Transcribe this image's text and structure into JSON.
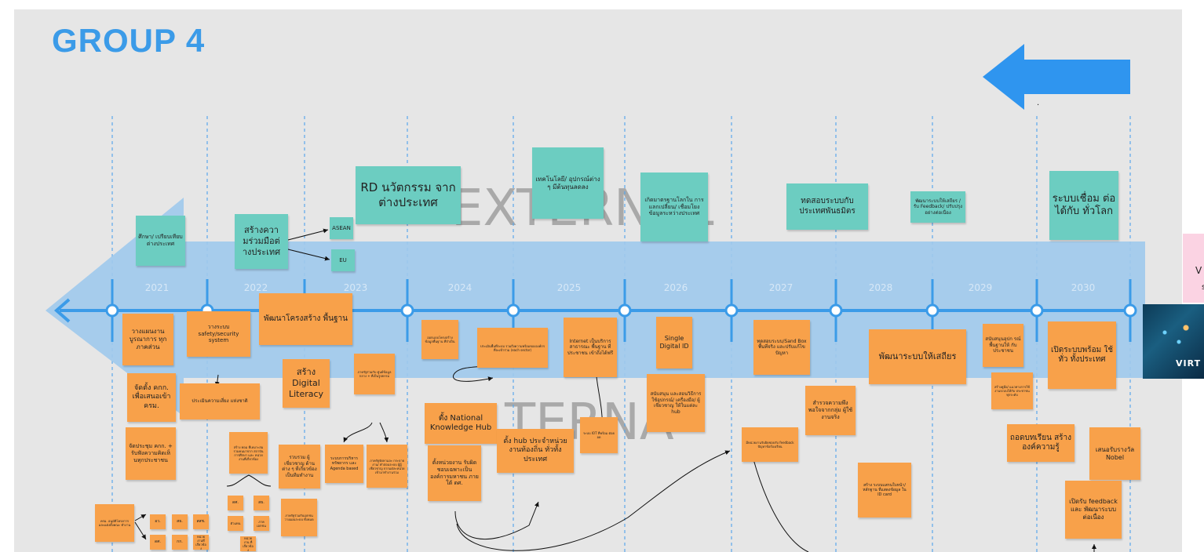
{
  "title": "GROUP 4",
  "watermarks": {
    "external": "EXTERNAL",
    "internal": "TERNA"
  },
  "years": [
    "2021",
    "2022",
    "2023",
    "2024",
    "2025",
    "2026",
    "2027",
    "2028",
    "2029",
    "2030"
  ],
  "colors": {
    "timeline": "#3b9be8",
    "band": "#9ec9ec",
    "sticky_orange": "#f8a14a",
    "sticky_teal": "#6ccdc1",
    "title": "#3b9be8"
  },
  "top_arrow_dot": ".",
  "external_notes": [
    {
      "id": "e1",
      "text": "ศึกษา/ เปรียบเทียบ ต่างประเทศ"
    },
    {
      "id": "e2",
      "text": "สร้างควา มร่วมมือต่ างประเทศ"
    },
    {
      "id": "e3",
      "text": "ASEAN"
    },
    {
      "id": "e4",
      "text": "EU"
    },
    {
      "id": "e5",
      "text": "RD นวัตกรรม จากต่างประเทศ"
    },
    {
      "id": "e6",
      "text": "เทคโนโลยี/ อุปกรณ์ต่าง ๆ มีต้นทุนลดลง"
    },
    {
      "id": "e7",
      "text": "เกิดมาตรฐานโลกใน การแลกเปลี่ยน/ เชื่อมโยง ข้อมูลระหว่างประเทศ"
    },
    {
      "id": "e8",
      "text": "ทดสอบระบบกับ ประเทศพันธมิตร"
    },
    {
      "id": "e9",
      "text": "พัฒนาระบบให้เสถียร / รับ Feedback/ ปรับปรุงอย่างต่อเนื่อง"
    },
    {
      "id": "e10",
      "text": "ระบบเชื่อม ต่อได้กับ ทั่วโลก"
    }
  ],
  "internal_notes": [
    {
      "id": "i1",
      "text": "วางแผนงาน บูรณาการ ทุกภาคส่วน"
    },
    {
      "id": "i2",
      "text": "วางระบบ safety/security system"
    },
    {
      "id": "i3",
      "text": "พัฒนาโครงสร้าง พื้นฐาน"
    },
    {
      "id": "i4",
      "text": "จัดตั้ง คกก. เพื่อเสนอเข้า ครม."
    },
    {
      "id": "i5",
      "text": "ประเมินความเสี่ยง แห่งชาติ"
    },
    {
      "id": "i6",
      "text": "สร้าง Digital Literacy"
    },
    {
      "id": "i7",
      "text": "จัดประชุม คกก. + รับฟังความคิดเห็ นทุกประชาชน"
    },
    {
      "id": "i8",
      "text": "ครม. อนุมัติโครงการ และแต่งตั้งคณะ ทำงาน"
    },
    {
      "id": "i9",
      "text": "อว."
    },
    {
      "id": "i10",
      "text": "สธ."
    },
    {
      "id": "i11",
      "text": "สสช."
    },
    {
      "id": "i12",
      "text": "ดศ."
    },
    {
      "id": "i13",
      "text": "กก."
    },
    {
      "id": "i14",
      "text": "หน่วยงานที่เกี่ยวข้อง"
    },
    {
      "id": "i15",
      "text": "สร้าง ทอม ที่เหมาะสมรวมคนมาจาก สถาบันการศึกษา และ หน่วยงานที่เกี่ยวข้อง"
    },
    {
      "id": "i16",
      "text": "ดศ."
    },
    {
      "id": "i17",
      "text": "สธ."
    },
    {
      "id": "i18",
      "text": "ตัวแทน"
    },
    {
      "id": "i19",
      "text": "ภาคเอกชน"
    },
    {
      "id": "i20",
      "text": "หน่วยงาน ที่เกี่ยวข้อง"
    },
    {
      "id": "i21",
      "text": "รวบรวม ผู้เชี่ยวชาญ ด้านต่าง ๆ ที่เกี่ยวข้อง เป็นทีมทำงาน"
    },
    {
      "id": "i22",
      "text": "ภาครัฐร่วมกับเอกชน วางแผนระบบ ทั้งหมด"
    },
    {
      "id": "i23",
      "text": "ภาครัฐร่วมกับ ศูนย์ข้อมูลกลาง + ที่เป็นรูปธรรม"
    },
    {
      "id": "i24",
      "text": "ระบบการบริหาร ทรัพยากร และ Agenda based"
    },
    {
      "id": "i25",
      "text": "ภาครัฐจัดหาและ กระจายงาน/ คำสอนระบบ ผู้ผู้เชี่ยวชาญ จากแต่ละหน่วย เข้ามาทำงานร่วม"
    },
    {
      "id": "i26",
      "text": "ออกแบบโครงสร้าง ข้อมูลพื้นฐาน ที่จำเป็น"
    },
    {
      "id": "i27",
      "text": "ประเมินพื้นที่ระบบ รวมถึงความพร้อมขององค์กร ที่จะเข้าร่วม (each sector)"
    },
    {
      "id": "i28",
      "text": "ตั้ง National Knowledge Hub"
    },
    {
      "id": "i29",
      "text": "ตั้งหน่วยงาน รับผิดชอบเฉพาะเป็น องค์การมหาชน ภายใต้ ดศ."
    },
    {
      "id": "i30",
      "text": "ตั้ง hub ประจำหน่วยงานท้องถิ่น ทั่วทั้งประเทศ"
    },
    {
      "id": "i31",
      "text": "Internet เป็นบริการสาธารณะ พื้นฐาน ที่ประชาชน เข้าถึงได้ฟรี"
    },
    {
      "id": "i32",
      "text": "ระบบ IOT ที่พร้อม ต่อยอด"
    },
    {
      "id": "i33",
      "text": "Single Digital ID"
    },
    {
      "id": "i34",
      "text": "สนับสนุน และสอนวิธีการ ใช้อุปกรณ์/ เครื่องมือ/ ผู้เชี่ยวชาญ ให้ในแต่ละ hub"
    },
    {
      "id": "i35",
      "text": "ทดสอบระบบ/Sand Box พื้นที่จริง และปรับแก้ไขปัญหา"
    },
    {
      "id": "i36",
      "text": "สำรวจความพึง พอใจจากกลุ่ม ผู้ใช้งานจริง"
    },
    {
      "id": "i37",
      "text": "มีหน่วยงานรับผิดชอบรับ feedback ปัญหาข้อร้องเรียน"
    },
    {
      "id": "i38",
      "text": "พัฒนาระบบให้เสถียร"
    },
    {
      "id": "i39",
      "text": "สร้าง ระบบแสกนใบหน้า/ หลักฐาน ที่แสดงข้อมูล ใน ID card"
    },
    {
      "id": "i40",
      "text": "สนับสนุนอุปก รณ์พื้นฐานให้ กับประชาชน"
    },
    {
      "id": "i41",
      "text": "สร้างคู่มือ/ แนวทางการใช้ งานระบบให้กับ ประชาชนทุกระดับ"
    },
    {
      "id": "i42",
      "text": "เปิดระบบพร้อม ใช้ทั่ว ทั้งประเทศ"
    },
    {
      "id": "i43",
      "text": "ถอดบทเรียน สร้างองค์ความรู้"
    },
    {
      "id": "i44",
      "text": "เสนอรับรางวัล Nobel"
    },
    {
      "id": "i45",
      "text": "เปิดรับ feedback และ พัฒนาระบบ ต่อเนื่อง"
    }
  ],
  "side_card": {
    "line1": "V",
    "line2": "s"
  },
  "side_image": {
    "caption": "VIRT"
  }
}
